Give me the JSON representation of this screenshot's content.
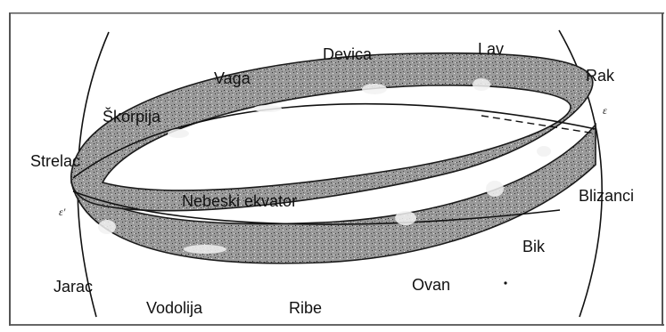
{
  "diagram": {
    "labels": {
      "devica": "Devica",
      "lav": "Lav",
      "rak": "Rak",
      "vaga": "Vaga",
      "skorpija": "Škorpija",
      "strelac": "Strelac",
      "nebeski_ekvator": "Nebeski ekvator",
      "blizanci": "Blizanci",
      "bik": "Bik",
      "jarac": "Jarac",
      "vodolija": "Vodolija",
      "ribe": "Ribe",
      "ovan": "Ovan"
    },
    "marks": {
      "epsilon": "ε",
      "epsilon_prime": "ε'"
    },
    "colors": {
      "band": "#8e8e8e",
      "band_stroke": "#1a1a1a",
      "frame": "#555555",
      "line": "#111111"
    }
  }
}
